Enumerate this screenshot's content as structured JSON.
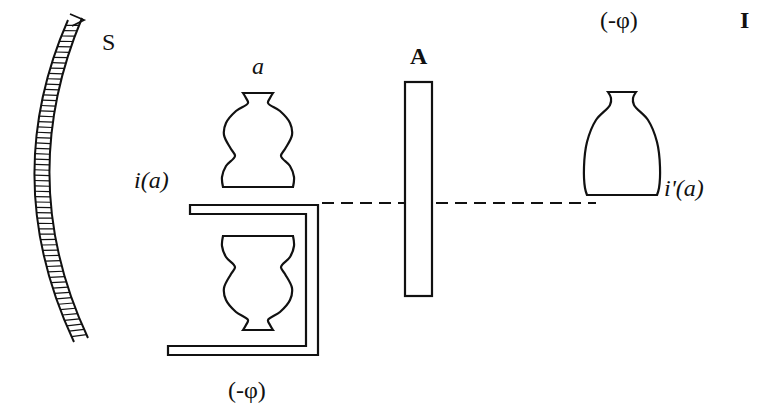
{
  "diagram": {
    "labels": [
      "I",
      "S",
      "a",
      "A",
      "(-φ)",
      "i(a)",
      "i'(a)",
      "(-φ)"
    ]
  }
}
